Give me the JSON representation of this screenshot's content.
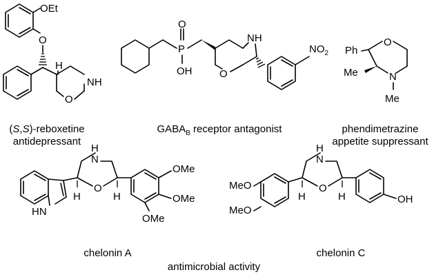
{
  "labels": {
    "oet": "OEt",
    "o": "O",
    "h": "H",
    "nh": "NH",
    "n": "N",
    "hn": "HN",
    "oh": "OH",
    "ome": "OMe",
    "meo": "MeO",
    "me": "Me",
    "ph": "Ph",
    "p": "P",
    "no2_main": "NO",
    "no2_sub": "2"
  },
  "captions": {
    "reboxetine_prefix": "(",
    "reboxetine_s1": "S",
    "reboxetine_comma": ",",
    "reboxetine_s2": "S",
    "reboxetine_suffix": ")-reboxetine",
    "reboxetine_use": "antidepressant",
    "gaba_main": "GABA",
    "gaba_sub": "B",
    "gaba_rest": " receptor antagonist",
    "phendimetrazine_name": "phendimetrazine",
    "phendimetrazine_use": "appetite suppressant",
    "chelonin_a": "chelonin A",
    "chelonin_c": "chelonin C",
    "antimicrobial": "antimicrobial activity"
  }
}
